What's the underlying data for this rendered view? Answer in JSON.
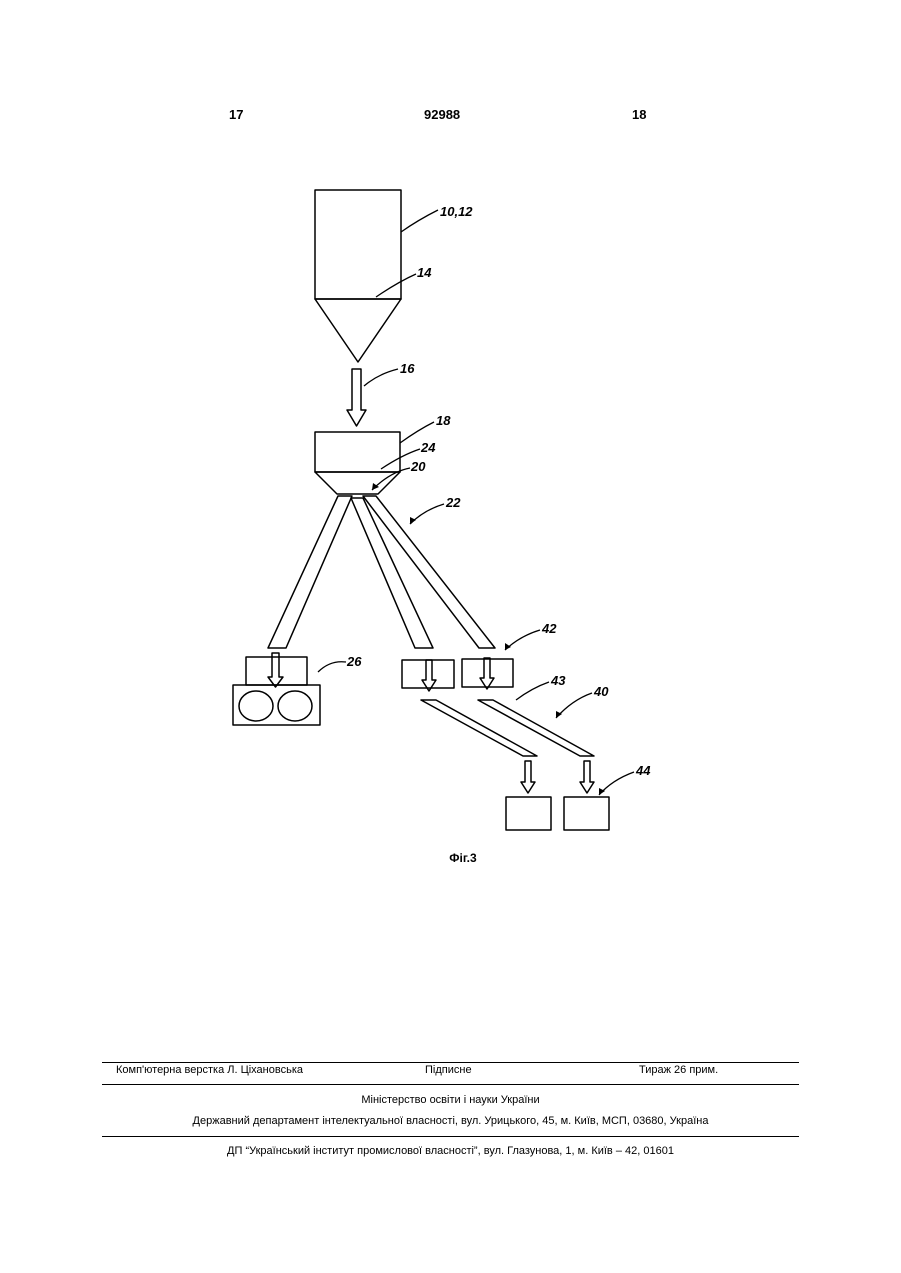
{
  "header": {
    "page_left": "17",
    "patent_number": "92988",
    "page_right": "18"
  },
  "figure": {
    "labels": {
      "l10_12": "10,12",
      "l14": "14",
      "l16": "16",
      "l18": "18",
      "l24": "24",
      "l20": "20",
      "l22": "22",
      "l42": "42",
      "l26": "26",
      "l43": "43",
      "l40": "40",
      "l44": "44"
    },
    "caption": "Фіг.3"
  },
  "footer": {
    "typesetter": "Комп'ютерна верстка Л. Ціхановська",
    "signed": "Підписне",
    "circulation": "Тираж 26 прим.",
    "ministry": "Міністерство освіти і науки України",
    "department": "Державний департамент інтелектуальної власності, вул. Урицького, 45, м. Київ, МСП, 03680, Україна",
    "institute": "ДП “Український інститут промислової власності”, вул. Глазунова, 1, м. Київ – 42, 01601"
  }
}
